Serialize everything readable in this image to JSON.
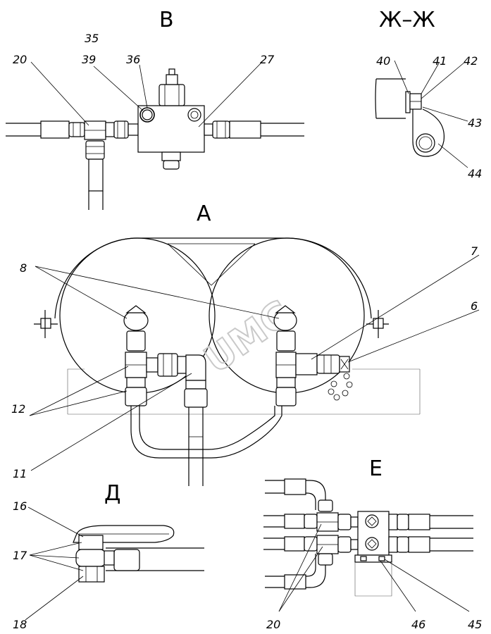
{
  "view_titles": {
    "view_b": "В",
    "view_zh": "Ж–Ж",
    "view_a": "А",
    "view_d": "Д",
    "view_e": "Е"
  },
  "watermark": "UMG",
  "callouts": {
    "b_20": "20",
    "b_35": "35",
    "b_39": "39",
    "b_36": "36",
    "b_27": "27",
    "zh_40": "40",
    "zh_41": "41",
    "zh_42": "42",
    "zh_43": "43",
    "zh_44": "44",
    "a_8": "8",
    "a_7": "7",
    "a_6": "6",
    "a_12": "12",
    "a_11": "11",
    "d_16": "16",
    "d_17": "17",
    "d_18": "18",
    "e_20": "20",
    "e_46": "46",
    "e_45": "45"
  },
  "colors": {
    "line": "#000000",
    "watermark": "#c9c9c9",
    "background": "#ffffff"
  }
}
